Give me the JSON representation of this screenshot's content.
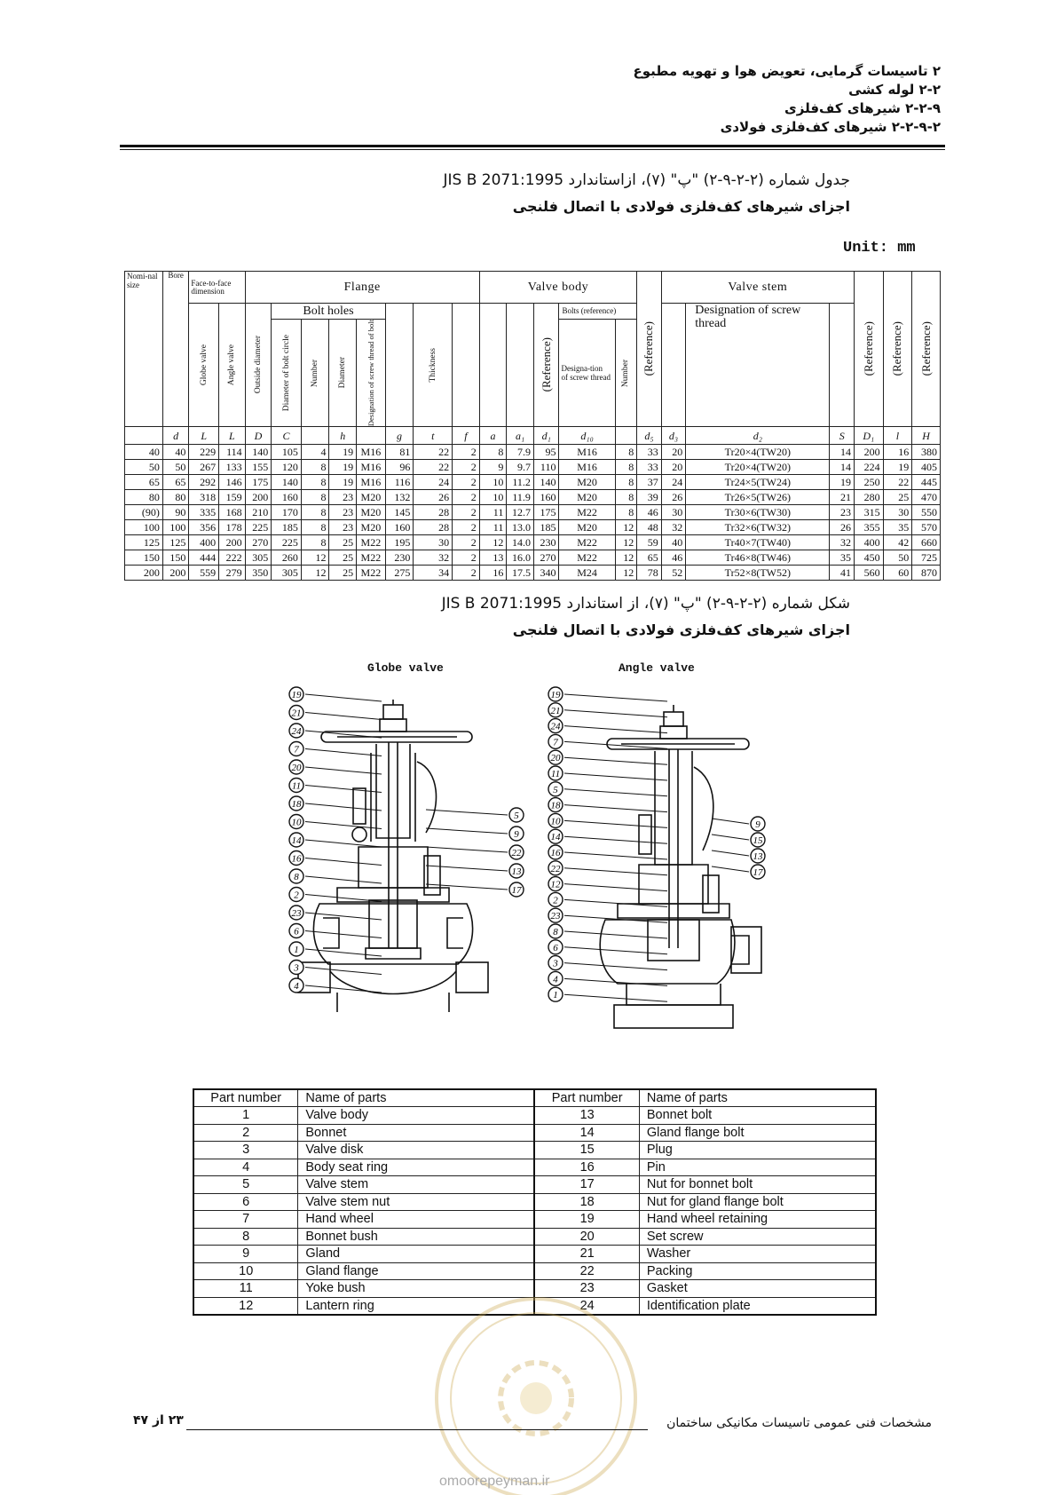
{
  "header": {
    "line1": "۲ تاسیسات گرمایی، تعویض هوا و تهویه مطبوع",
    "line2": "۲-۲ لوله کشی",
    "line3": "۲-۲-۹ شیرهای کف‌فلزی",
    "line4": "۲-۲-۹-۲ شیرهای کف‌فلزی فولادی"
  },
  "table_caption": {
    "title": "جدول شماره (۲-۲-۹-۲) \"پ\" (۷)، ازاستاندارد JIS B 2071:1995",
    "subtitle": "اجزای شیرهای کف‌فلزی فولادی با اتصال فلنجی"
  },
  "unit_label": "Unit: mm",
  "spec_headers": {
    "nominal": "Nomi-nal size",
    "bore": "Bore",
    "face": "Face-to-face dimension",
    "flange": "Flange",
    "valve_body": "Valve body",
    "valve_stem": "Valve stem",
    "bolt_holes": "Bolt holes",
    "bolts_ref": "Bolts (reference)",
    "designation_stem": "Designation of screw thread",
    "globe": "Globe valve",
    "angle": "Angle valve",
    "outside": "Outside diameter",
    "bolt_circle": "Diameter of bolt circle",
    "number": "Number",
    "diameter": "Diameter",
    "desig_bolt": "Designation of screw thread of bolt",
    "thickness": "Thickness",
    "reference": "(Reference)",
    "desig_short": "Designa-tion of screw thread",
    "sym_d": "d",
    "sym_L1": "L",
    "sym_L2": "L",
    "sym_D": "D",
    "sym_C": "C",
    "sym_h": "h",
    "sym_g": "g",
    "sym_t": "t",
    "sym_f": "f",
    "sym_a": "a",
    "sym_a1": "a₁",
    "sym_d1": "d₁",
    "sym_d10": "d₁₀",
    "sym_d5": "d₅",
    "sym_d3": "d₃",
    "sym_d2": "d₂",
    "sym_S": "S",
    "sym_D1": "D₁",
    "sym_l": "l",
    "sym_H": "H"
  },
  "spec_rows": [
    [
      "40",
      "40",
      "229",
      "114",
      "140",
      "105",
      "4",
      "19",
      "M16",
      "81",
      "22",
      "2",
      "8",
      "7.9",
      "95",
      "M16",
      "8",
      "33",
      "20",
      "Tr20×4(TW20)",
      "14",
      "200",
      "16",
      "380"
    ],
    [
      "50",
      "50",
      "267",
      "133",
      "155",
      "120",
      "8",
      "19",
      "M16",
      "96",
      "22",
      "2",
      "9",
      "9.7",
      "110",
      "M16",
      "8",
      "33",
      "20",
      "Tr20×4(TW20)",
      "14",
      "224",
      "19",
      "405"
    ],
    [
      "65",
      "65",
      "292",
      "146",
      "175",
      "140",
      "8",
      "19",
      "M16",
      "116",
      "24",
      "2",
      "10",
      "11.2",
      "140",
      "M20",
      "8",
      "37",
      "24",
      "Tr24×5(TW24)",
      "19",
      "250",
      "22",
      "445"
    ],
    [
      "80",
      "80",
      "318",
      "159",
      "200",
      "160",
      "8",
      "23",
      "M20",
      "132",
      "26",
      "2",
      "10",
      "11.9",
      "160",
      "M20",
      "8",
      "39",
      "26",
      "Tr26×5(TW26)",
      "21",
      "280",
      "25",
      "470"
    ],
    [
      "(90)",
      "90",
      "335",
      "168",
      "210",
      "170",
      "8",
      "23",
      "M20",
      "145",
      "28",
      "2",
      "11",
      "12.7",
      "175",
      "M22",
      "8",
      "46",
      "30",
      "Tr30×6(TW30)",
      "23",
      "315",
      "30",
      "550"
    ],
    [
      "100",
      "100",
      "356",
      "178",
      "225",
      "185",
      "8",
      "23",
      "M20",
      "160",
      "28",
      "2",
      "11",
      "13.0",
      "185",
      "M20",
      "12",
      "48",
      "32",
      "Tr32×6(TW32)",
      "26",
      "355",
      "35",
      "570"
    ],
    [
      "125",
      "125",
      "400",
      "200",
      "270",
      "225",
      "8",
      "25",
      "M22",
      "195",
      "30",
      "2",
      "12",
      "14.0",
      "230",
      "M22",
      "12",
      "59",
      "40",
      "Tr40×7(TW40)",
      "32",
      "400",
      "42",
      "660"
    ],
    [
      "150",
      "150",
      "444",
      "222",
      "305",
      "260",
      "12",
      "25",
      "M22",
      "230",
      "32",
      "2",
      "13",
      "16.0",
      "270",
      "M22",
      "12",
      "65",
      "46",
      "Tr46×8(TW46)",
      "35",
      "450",
      "50",
      "725"
    ],
    [
      "200",
      "200",
      "559",
      "279",
      "350",
      "305",
      "12",
      "25",
      "M22",
      "275",
      "34",
      "2",
      "16",
      "17.5",
      "340",
      "M24",
      "12",
      "78",
      "52",
      "Tr52×8(TW52)",
      "41",
      "560",
      "60",
      "870"
    ]
  ],
  "figure_caption": {
    "title": "شکل شماره (۲-۲-۹-۲) \"پ\" (۷)، از استاندارد JIS B 2071:1995",
    "subtitle": "اجزای شیرهای کف‌فلزی فولادی با اتصال فلنجی"
  },
  "drawing_labels": {
    "globe": "Globe valve",
    "angle": "Angle valve"
  },
  "globe_callouts": {
    "left": [
      "19",
      "21",
      "24",
      "7",
      "20",
      "11",
      "18",
      "10",
      "14",
      "16",
      "8",
      "2",
      "23",
      "6",
      "1",
      "3",
      "4"
    ],
    "right": [
      "5",
      "9",
      "22",
      "13",
      "17"
    ]
  },
  "angle_callouts": {
    "left": [
      "19",
      "21",
      "24",
      "7",
      "20",
      "11",
      "5",
      "18",
      "10",
      "14",
      "16",
      "22",
      "12",
      "2",
      "23",
      "8",
      "6",
      "3",
      "4",
      "1"
    ],
    "right": [
      "9",
      "15",
      "13",
      "17"
    ]
  },
  "parts_header": {
    "num": "Part  number",
    "name": "Name of parts"
  },
  "parts": [
    [
      "1",
      "Valve body",
      "13",
      "Bonnet bolt"
    ],
    [
      "2",
      "Bonnet",
      "14",
      "Gland flange bolt"
    ],
    [
      "3",
      "Valve disk",
      "15",
      "Plug"
    ],
    [
      "4",
      "Body seat ring",
      "16",
      "Pin"
    ],
    [
      "5",
      "Valve stem",
      "17",
      "Nut for bonnet bolt"
    ],
    [
      "6",
      "Valve stem nut",
      "18",
      "Nut for gland flange bolt"
    ],
    [
      "7",
      "Hand wheel",
      "19",
      "Hand wheel retaining"
    ],
    [
      "8",
      "Bonnet bush",
      "20",
      "Set screw"
    ],
    [
      "9",
      "Gland",
      "21",
      "Washer"
    ],
    [
      "10",
      "Gland flange",
      "22",
      "Packing"
    ],
    [
      "11",
      "Yoke bush",
      "23",
      "Gasket"
    ],
    [
      "12",
      "Lantern ring",
      "24",
      "Identification plate"
    ]
  ],
  "footer": {
    "right": "مشخصات فنی عمومی تاسیسات مکانیکی ساختمان",
    "page": "۲۳ از ۴۷"
  },
  "site": "omoorepeyman.ir"
}
